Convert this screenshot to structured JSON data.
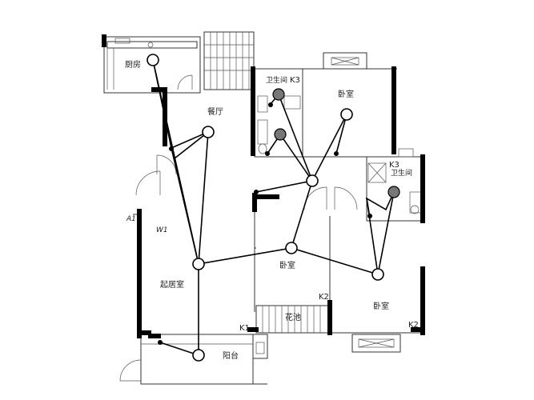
{
  "rooms": {
    "kitchen": "厨房",
    "dining": "餐厅",
    "bath_upper": "卫生间",
    "bedroom_ne": "卧室",
    "bath_east": "卫生间",
    "living": "起居室",
    "bedroom_mid": "卧室",
    "bedroom_se": "卧室",
    "balcony": "阳台",
    "flower_bed": "花池"
  },
  "markers": {
    "a1": "A1",
    "w1": "W1",
    "k1": "K1",
    "k2_mid": "K2",
    "k2_se": "K2",
    "k3": "K3",
    "k3_bath": "K3"
  }
}
